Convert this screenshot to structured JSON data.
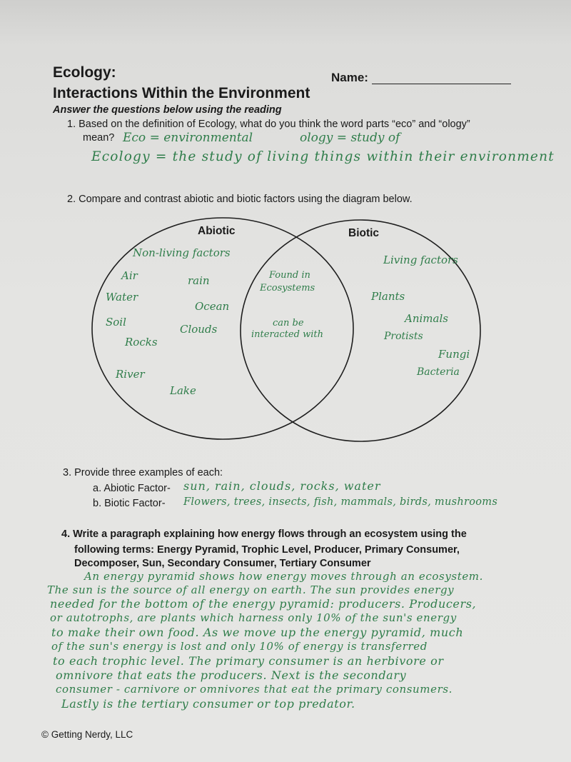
{
  "header": {
    "title_line1": "Ecology:",
    "title_line2": "Interactions Within the Environment",
    "name_label": "Name:",
    "instructions": "Answer the questions below using the reading"
  },
  "q1": {
    "prompt_line1": "1.  Based on the definition of Ecology, what do you think the word parts “eco” and “ology”",
    "prompt_line2": "mean?",
    "answer_eco": "Eco = environmental",
    "answer_ology": "ology = study of",
    "answer_ecology": "Ecology = the study of living things within their environment"
  },
  "q2": {
    "prompt": "2.  Compare and contrast abiotic and biotic factors using the diagram below.",
    "venn": {
      "left_label": "Abiotic",
      "right_label": "Biotic",
      "left_items": [
        "Non-living factors",
        "Air",
        "rain",
        "Water",
        "Ocean",
        "Soil",
        "Clouds",
        "Rocks",
        "River",
        "Lake"
      ],
      "center_items": [
        "Found in",
        "Ecosystems",
        "can be",
        "interacted with"
      ],
      "right_items": [
        "Living factors",
        "Plants",
        "Animals",
        "Protists",
        "Fungi",
        "Bacteria"
      ]
    }
  },
  "q3": {
    "prompt": "3.  Provide three examples of each:",
    "a_label": "a.  Abiotic Factor-",
    "a_answer": "sun, rain, clouds, rocks, water",
    "b_label": "b.  Biotic Factor-",
    "b_answer": "Flowers, trees, insects, fish, mammals, birds, mushrooms"
  },
  "q4": {
    "prompt_line1": "4.  Write a paragraph explaining how energy flows through an ecosystem using the",
    "prompt_line2": "following terms: Energy Pyramid, Trophic Level, Producer, Primary Consumer,",
    "prompt_line3": "Decomposer, Sun, Secondary Consumer, Tertiary Consumer",
    "answer_lines": [
      "An energy pyramid shows how energy moves through an ecosystem.",
      "The sun is the source of all energy on earth. The sun provides energy",
      "needed for the bottom of the energy pyramid: producers. Producers,",
      "or autotrophs, are plants which harness only 10% of the sun's energy",
      "to make their own food. As we move up the energy pyramid, much",
      "of the sun's energy is lost and only 10% of energy is transferred",
      "to each trophic level. The primary consumer is an herbivore or",
      "omnivore that eats the producers. Next is the secondary",
      "consumer - carnivore or omnivores that eat the primary consumers.",
      "Lastly is the tertiary consumer or top predator."
    ]
  },
  "footer": {
    "copyright": "© Getting Nerdy, LLC"
  }
}
